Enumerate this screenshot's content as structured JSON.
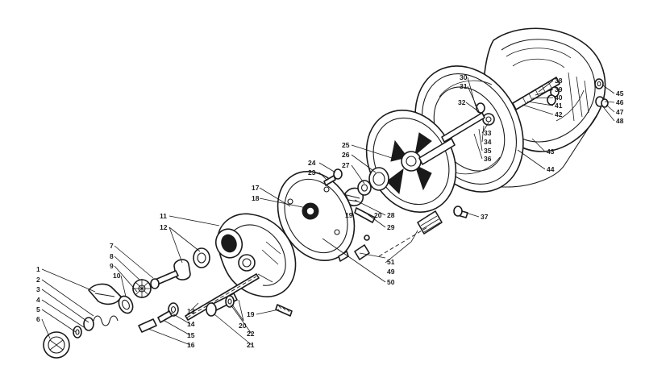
{
  "callouts": [
    {
      "id": "1",
      "text": "1"
    },
    {
      "id": "2",
      "text": "2"
    },
    {
      "id": "3",
      "text": "3"
    },
    {
      "id": "4",
      "text": "4"
    },
    {
      "id": "5",
      "text": "5"
    },
    {
      "id": "6",
      "text": "6"
    },
    {
      "id": "7",
      "text": "7"
    },
    {
      "id": "8",
      "text": "8"
    },
    {
      "id": "9",
      "text": "9"
    },
    {
      "id": "10",
      "text": "10"
    },
    {
      "id": "11",
      "text": "11"
    },
    {
      "id": "12",
      "text": "12"
    },
    {
      "id": "13",
      "text": "13"
    },
    {
      "id": "14",
      "text": "14"
    },
    {
      "id": "15",
      "text": "15"
    },
    {
      "id": "16",
      "text": "16"
    },
    {
      "id": "17",
      "text": "17"
    },
    {
      "id": "18",
      "text": "18"
    },
    {
      "id": "19a",
      "text": "19"
    },
    {
      "id": "19b",
      "text": "19"
    },
    {
      "id": "20a",
      "text": "20"
    },
    {
      "id": "20b",
      "text": "20"
    },
    {
      "id": "21",
      "text": "21"
    },
    {
      "id": "22",
      "text": "22"
    },
    {
      "id": "23",
      "text": "23"
    },
    {
      "id": "24",
      "text": "24"
    },
    {
      "id": "25",
      "text": "25"
    },
    {
      "id": "26",
      "text": "26"
    },
    {
      "id": "27",
      "text": "27"
    },
    {
      "id": "28",
      "text": "28"
    },
    {
      "id": "29",
      "text": "29"
    },
    {
      "id": "30",
      "text": "30"
    },
    {
      "id": "31",
      "text": "31"
    },
    {
      "id": "32",
      "text": "32"
    },
    {
      "id": "33",
      "text": "33"
    },
    {
      "id": "34",
      "text": "34"
    },
    {
      "id": "35",
      "text": "35"
    },
    {
      "id": "36",
      "text": "36"
    },
    {
      "id": "37",
      "text": "37"
    },
    {
      "id": "38",
      "text": "38"
    },
    {
      "id": "39",
      "text": "39"
    },
    {
      "id": "40",
      "text": "40"
    },
    {
      "id": "41",
      "text": "41"
    },
    {
      "id": "42",
      "text": "42"
    },
    {
      "id": "43",
      "text": "43"
    },
    {
      "id": "44",
      "text": "44"
    },
    {
      "id": "45",
      "text": "45"
    },
    {
      "id": "46",
      "text": "46"
    },
    {
      "id": "47",
      "text": "47"
    },
    {
      "id": "48",
      "text": "48"
    },
    {
      "id": "49",
      "text": "49"
    },
    {
      "id": "50",
      "text": "50"
    },
    {
      "id": "51",
      "text": "51"
    }
  ]
}
